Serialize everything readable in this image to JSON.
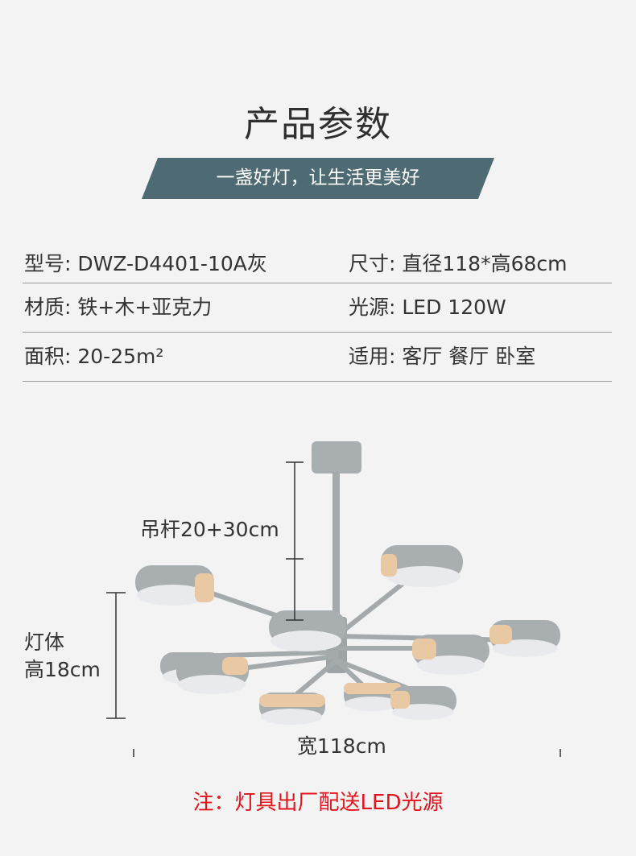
{
  "header": {
    "title": "产品参数",
    "slogan": "一盏好灯，让生活更美好",
    "banner_color": "#4e6b73"
  },
  "specs": [
    {
      "left": "型号: DWZ-D4401-10A灰",
      "right": "尺寸: 直径118*高68cm"
    },
    {
      "left": "材质: 铁+木+亚克力",
      "right": "光源: LED 120W"
    },
    {
      "left": "面积: 20-25m²",
      "right": "适用: 客厅 餐厅 卧室"
    }
  ],
  "dimensions": {
    "rod": "吊杆20+30cm",
    "body_line1": "灯体",
    "body_line2": "高18cm",
    "width": "宽118cm"
  },
  "note": "注：灯具出厂配送LED光源",
  "colors": {
    "lamp_grey": "#a9afb1",
    "wood": "#e8c9a4",
    "note_red": "#e4141b"
  }
}
